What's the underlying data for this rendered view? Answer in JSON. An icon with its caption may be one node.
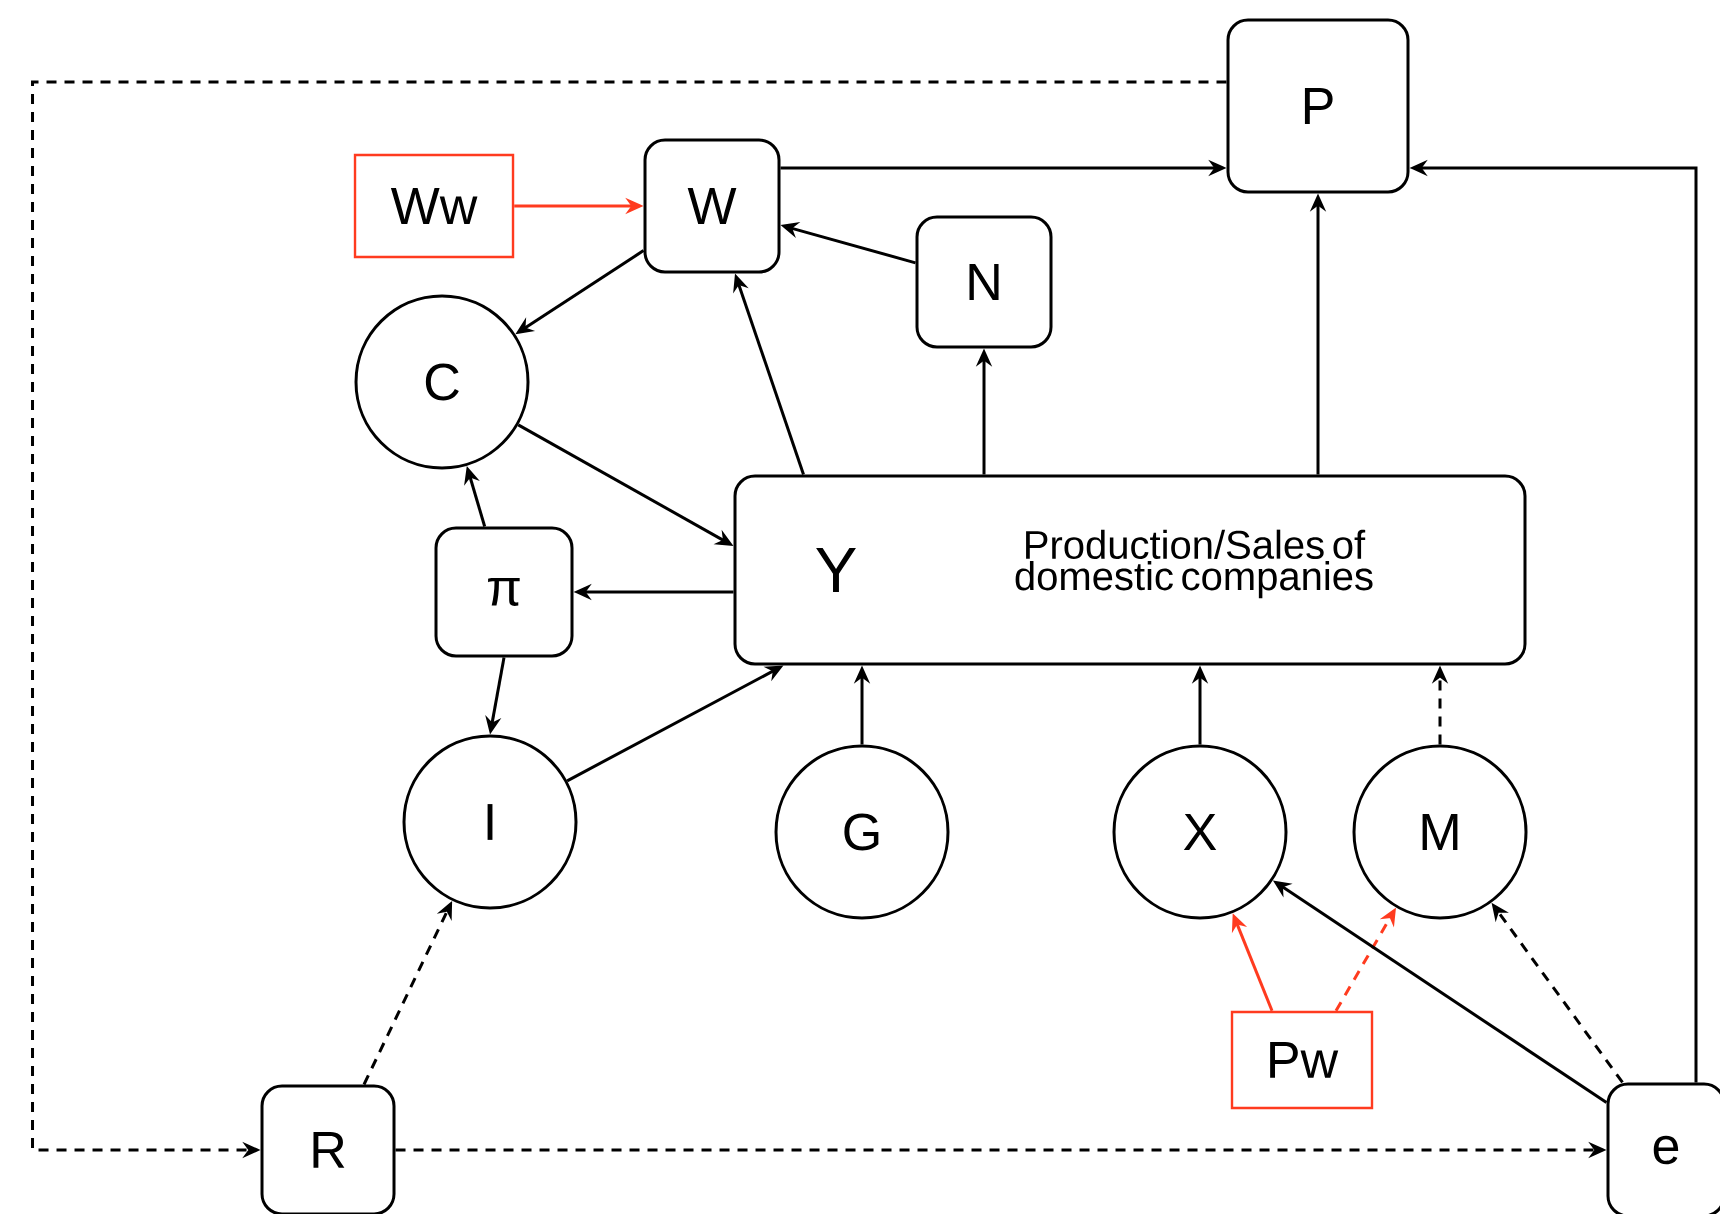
{
  "diagram": {
    "nodes": [
      {
        "text": [
          "P"
        ]
      },
      {
        "text": [
          "Ww"
        ]
      },
      {
        "text": [
          "W"
        ]
      },
      {
        "text": [
          "N"
        ]
      },
      {
        "text": [
          "C"
        ]
      },
      {
        "text": [
          "Y",
          "Production/Sales of domestic companies"
        ]
      },
      {
        "text": [
          "π"
        ]
      },
      {
        "text": [
          "I"
        ]
      },
      {
        "text": [
          "G"
        ]
      },
      {
        "text": [
          "X"
        ]
      },
      {
        "text": [
          "M"
        ]
      },
      {
        "text": [
          "Pw"
        ]
      },
      {
        "text": [
          "R"
        ]
      },
      {
        "text": [
          "e"
        ]
      }
    ],
    "edges": [
      {
        "from": 2,
        "to": 0,
        "arrow": "to"
      },
      {
        "from": 0,
        "to": 12,
        "arrow": "to",
        "style": "dashed"
      },
      {
        "from": 13,
        "to": 0,
        "arrow": "to"
      },
      {
        "from": 1,
        "to": 2,
        "arrow": "to",
        "color": "#ff3b1f"
      },
      {
        "from": 3,
        "to": 2,
        "arrow": "to"
      },
      {
        "from": 2,
        "to": 4,
        "arrow": "to"
      },
      {
        "from": 4,
        "to": 5,
        "arrow": "to"
      },
      {
        "from": 5,
        "to": 2,
        "arrow": "to"
      },
      {
        "from": 5,
        "to": 3,
        "arrow": "to"
      },
      {
        "from": 5,
        "to": 0,
        "arrow": "to"
      },
      {
        "from": 5,
        "to": 6,
        "arrow": "to"
      },
      {
        "from": 6,
        "to": 4,
        "arrow": "to"
      },
      {
        "from": 6,
        "to": 7,
        "arrow": "to"
      },
      {
        "from": 7,
        "to": 5,
        "arrow": "to"
      },
      {
        "from": 8,
        "to": 5,
        "arrow": "to"
      },
      {
        "from": 9,
        "to": 5,
        "arrow": "to"
      },
      {
        "from": 10,
        "to": 5,
        "arrow": "to",
        "style": "dashed"
      },
      {
        "from": 11,
        "to": 9,
        "arrow": "to",
        "color": "#ff3b1f"
      },
      {
        "from": 11,
        "to": 10,
        "arrow": "to",
        "style": "dashed",
        "color": "#ff3b1f"
      },
      {
        "from": 13,
        "to": 9,
        "arrow": "to"
      },
      {
        "from": 13,
        "to": 10,
        "arrow": "to",
        "style": "dashed"
      },
      {
        "from": 12,
        "to": 7,
        "arrow": "to",
        "style": "dashed"
      },
      {
        "from": 12,
        "to": 13,
        "arrow": "to",
        "style": "dashed"
      }
    ]
  }
}
